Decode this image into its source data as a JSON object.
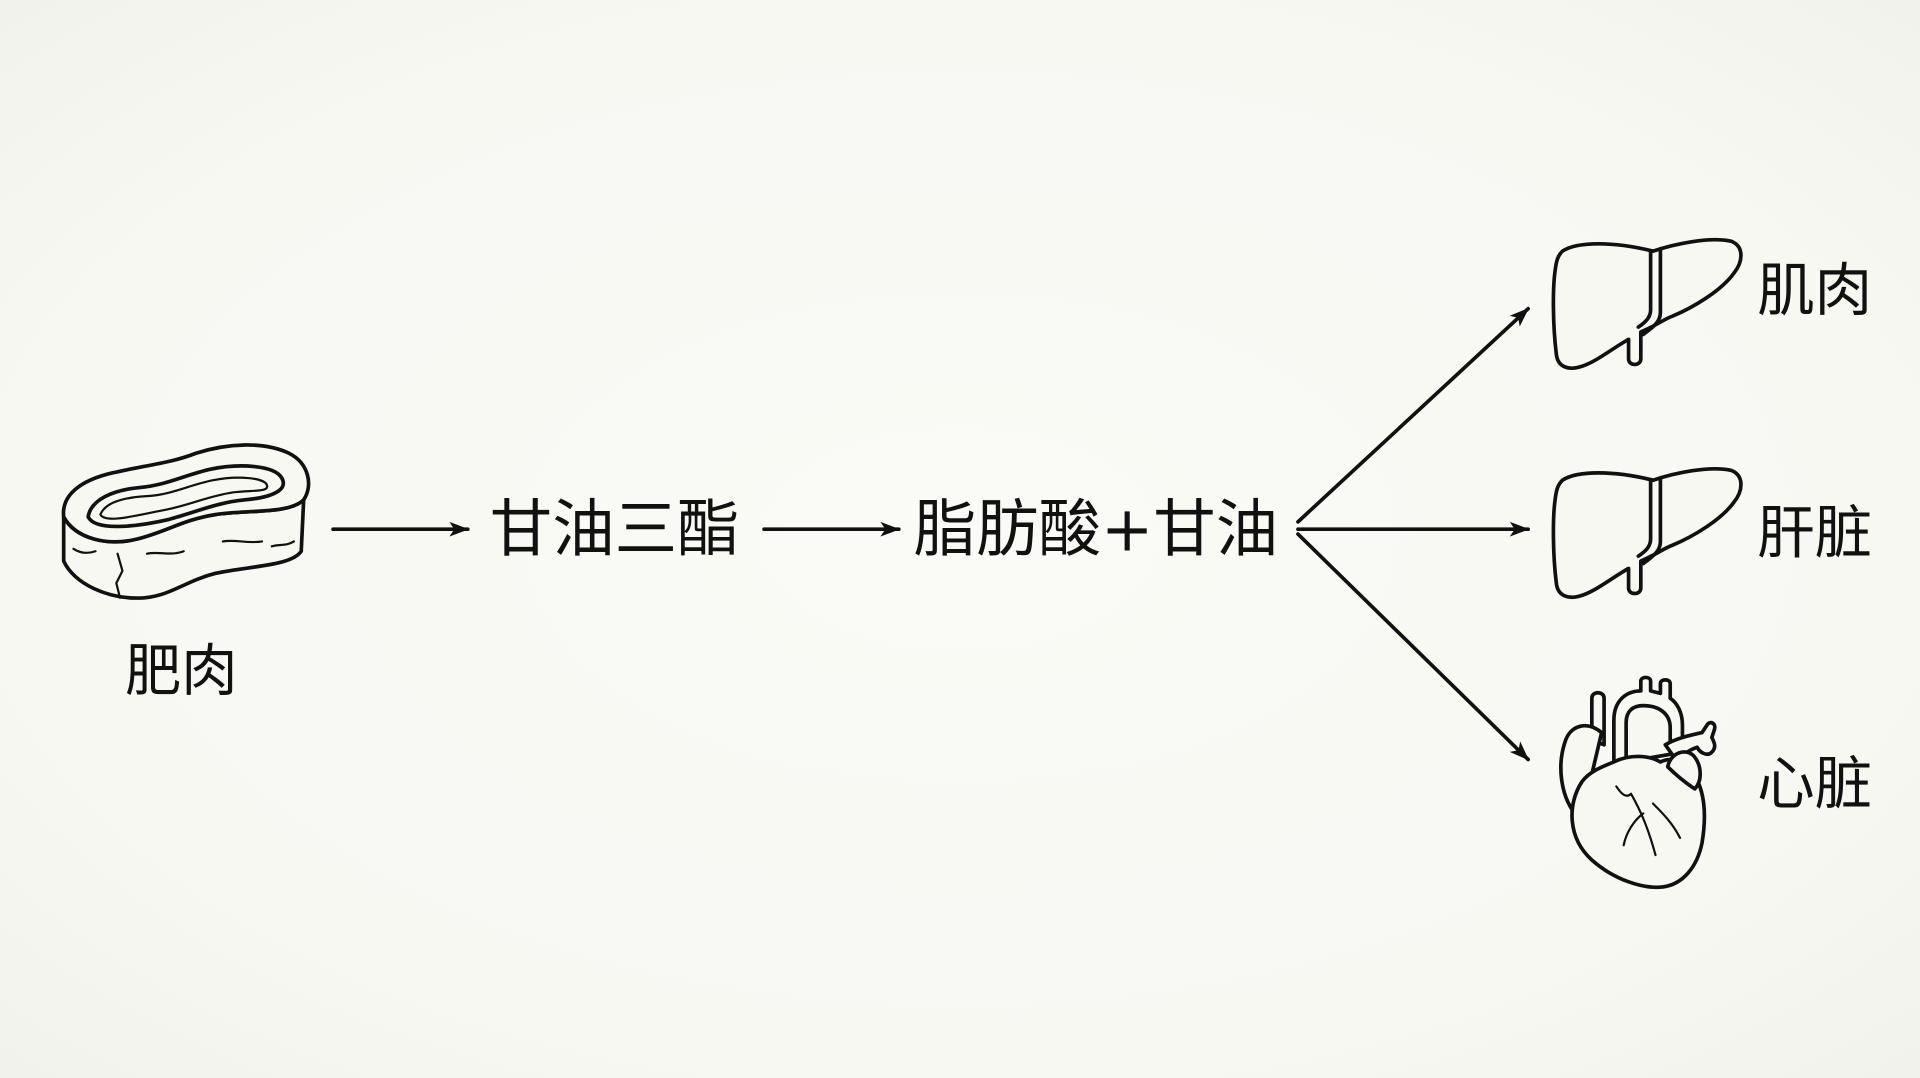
{
  "colors": {
    "background": "#f8f8f3",
    "stroke": "#111111",
    "text": "#111111"
  },
  "source": {
    "icon": "fat-meat-icon",
    "label": "肥肉"
  },
  "steps": [
    {
      "label": "甘油三酯"
    },
    {
      "label": "脂肪酸+甘油"
    }
  ],
  "targets": [
    {
      "icon": "liver-icon",
      "label": "肌肉"
    },
    {
      "icon": "liver-icon",
      "label": "肝脏"
    },
    {
      "icon": "heart-icon",
      "label": "心脏"
    }
  ]
}
